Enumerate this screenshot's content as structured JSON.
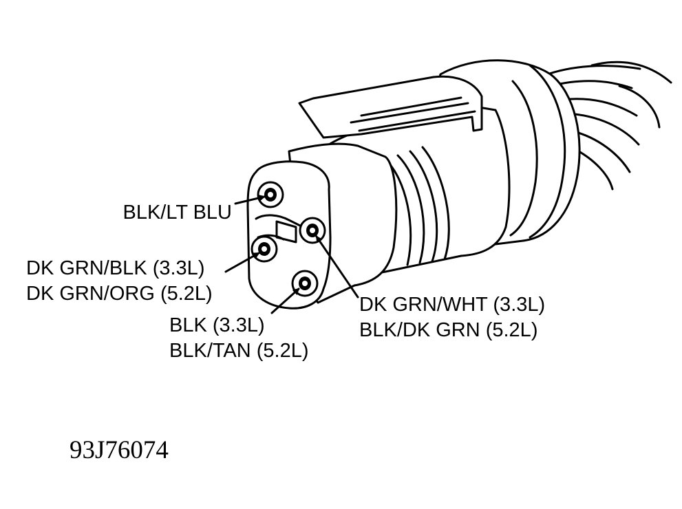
{
  "diagram": {
    "pins": [
      {
        "id": "pin-a",
        "lines": [
          "BLK/LT BLU"
        ]
      },
      {
        "id": "pin-b",
        "lines": [
          "DK GRN/BLK (3.3L)",
          "DK GRN/ORG (5.2L)"
        ]
      },
      {
        "id": "pin-c",
        "lines": [
          "BLK (3.3L)",
          "BLK/TAN (5.2L)"
        ]
      },
      {
        "id": "pin-d",
        "lines": [
          "DK GRN/WHT (3.3L)",
          "BLK/DK GRN (5.2L)"
        ]
      }
    ],
    "figure_code": "93J76074",
    "colors": {
      "ink": "#000000",
      "paper": "#ffffff"
    }
  }
}
